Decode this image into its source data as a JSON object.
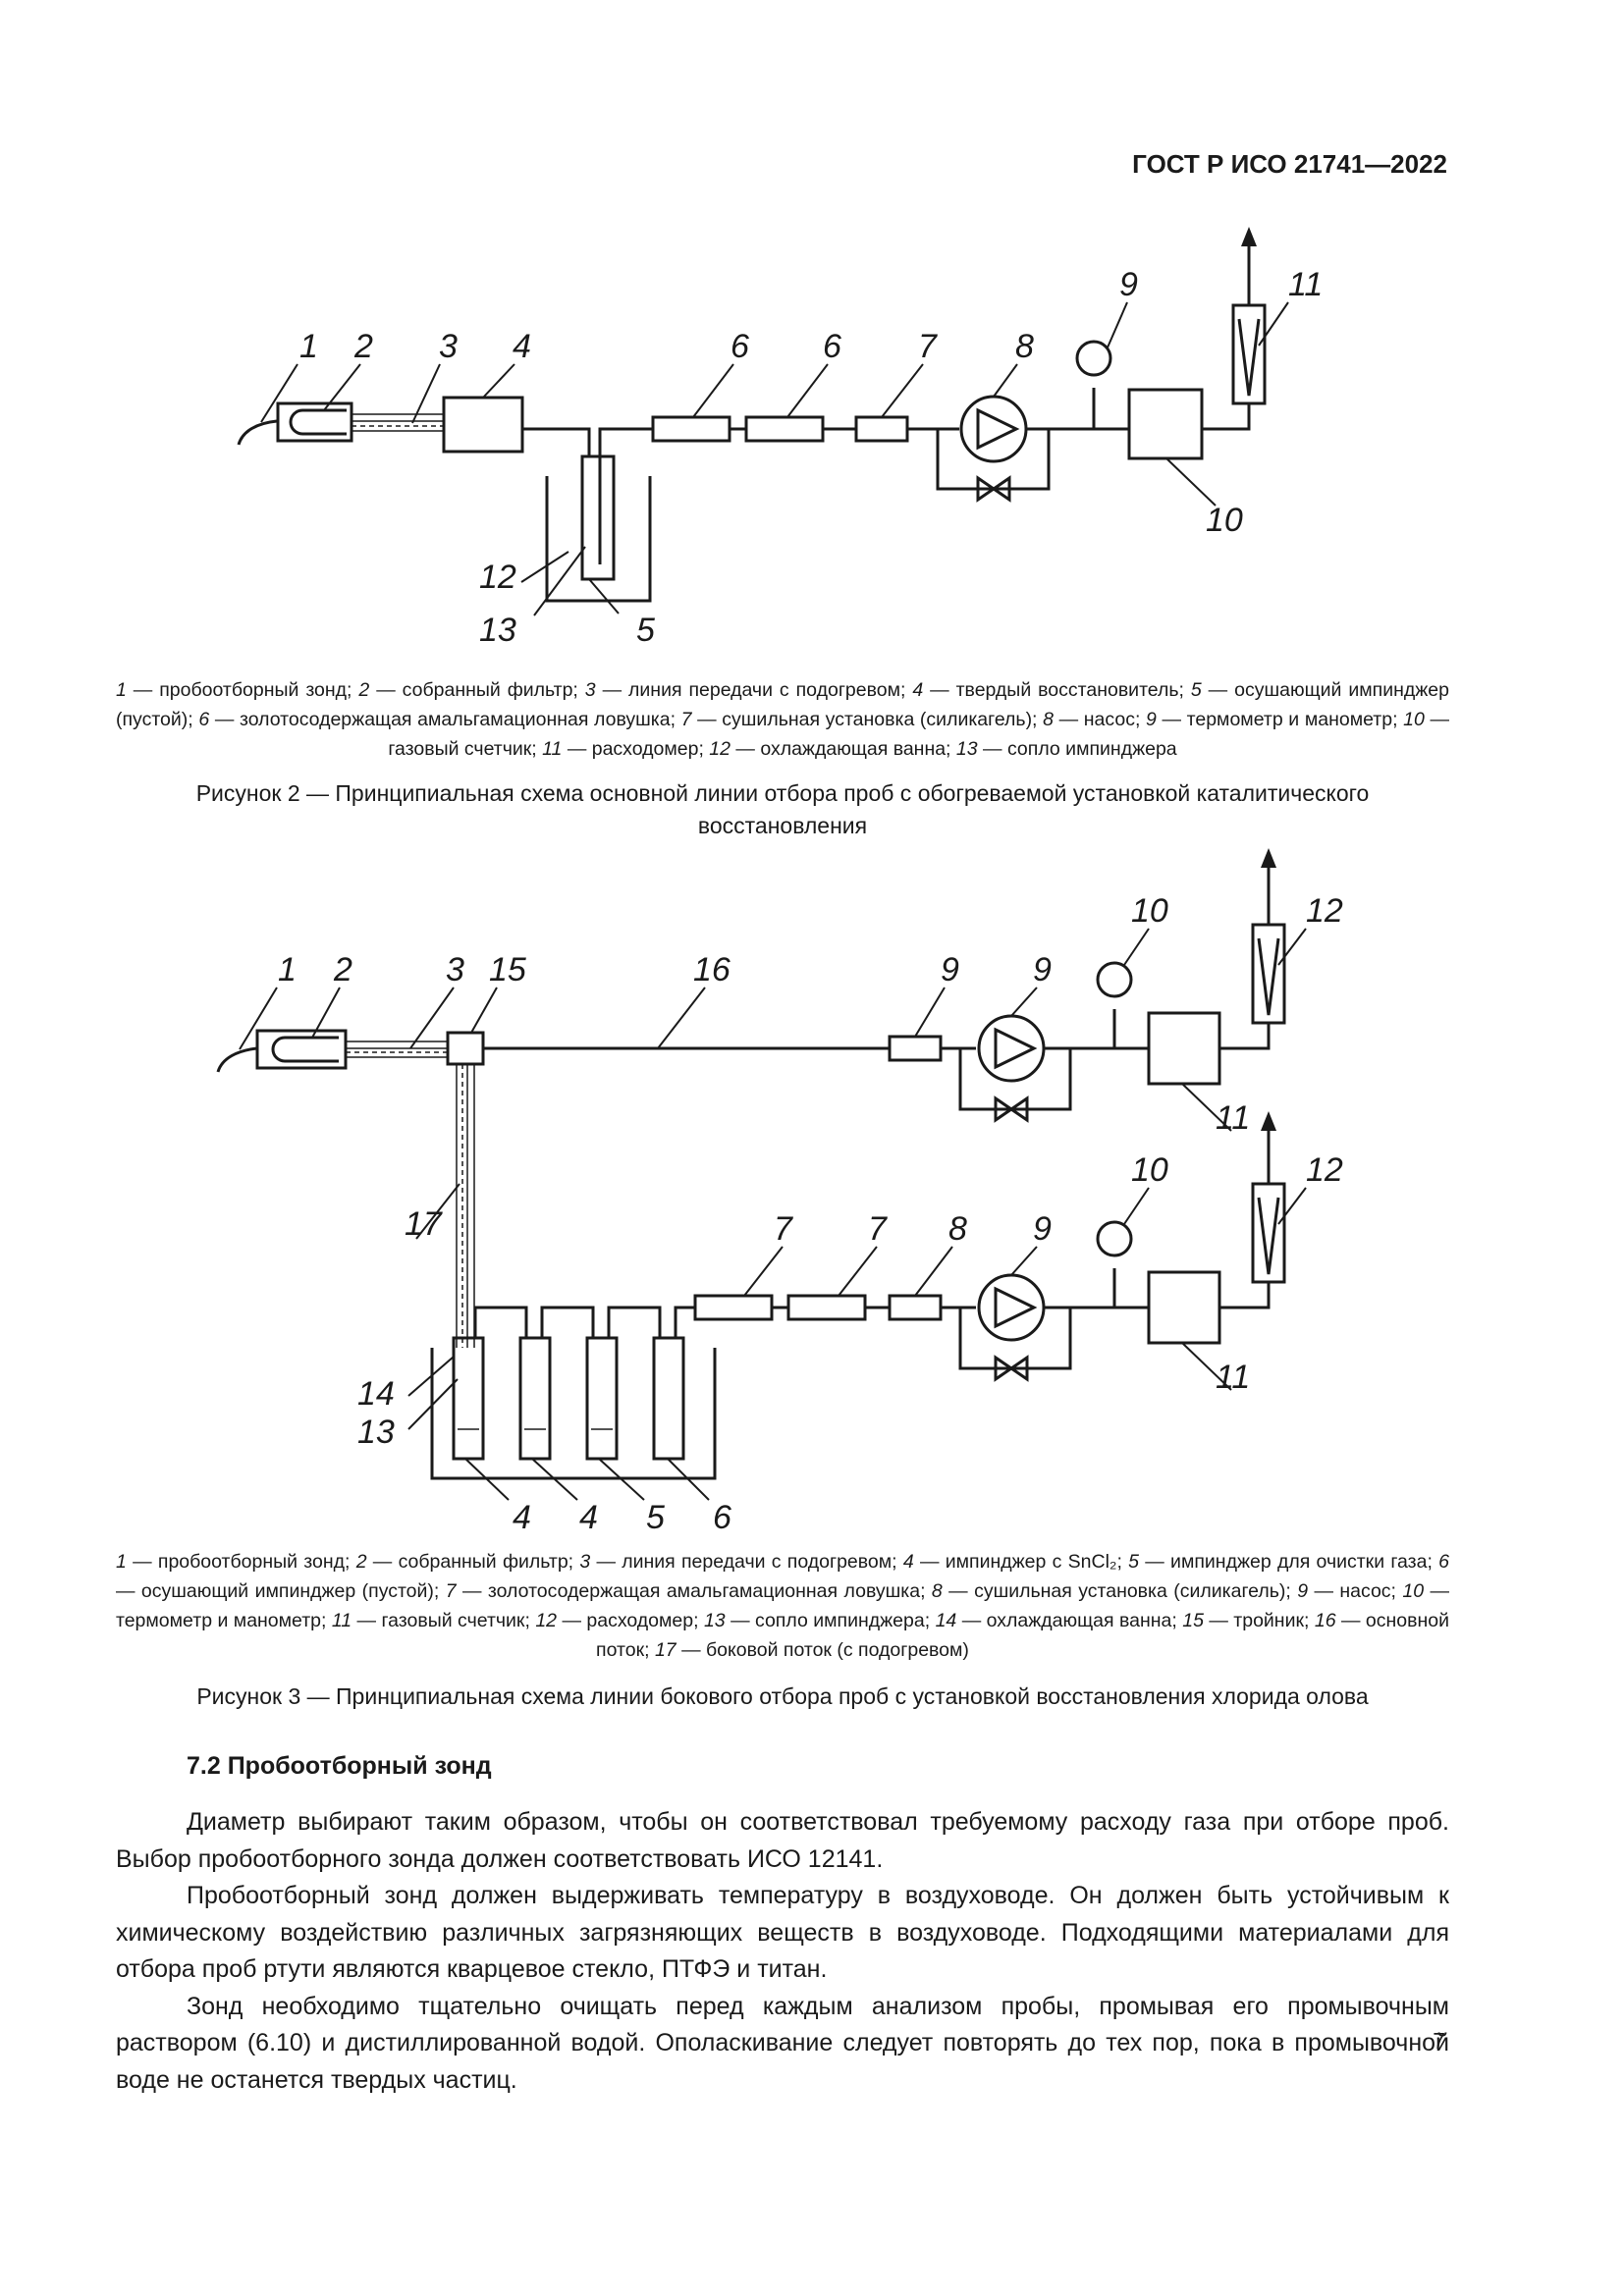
{
  "header": {
    "doc_code": "ГОСТ Р ИСО 21741—2022"
  },
  "figure2": {
    "labels": {
      "l1": "1",
      "l2": "2",
      "l3": "3",
      "l4": "4",
      "l5": "5",
      "l6a": "6",
      "l6b": "6",
      "l7": "7",
      "l8": "8",
      "l9": "9",
      "l10": "10",
      "l11": "11",
      "l12": "12",
      "l13": "13"
    },
    "legend": [
      {
        "n": "1",
        "t": " — пробоотборный зонд; "
      },
      {
        "n": "2",
        "t": " — собранный фильтр; "
      },
      {
        "n": "3",
        "t": " — линия передачи с подогревом; "
      },
      {
        "n": "4",
        "t": " — твердый восстановитель; "
      },
      {
        "n": "5",
        "t": " — осушающий импинджер (пустой); "
      },
      {
        "n": "6",
        "t": " — золотосодержащая амальгамационная ловушка; "
      },
      {
        "n": "7",
        "t": " — сушильная установка (силикагель); "
      },
      {
        "n": "8",
        "t": " — насос; "
      },
      {
        "n": "9",
        "t": " — термометр и манометр; "
      },
      {
        "n": "10",
        "t": " — газовый счетчик; "
      },
      {
        "n": "11",
        "t": " — расходомер; "
      },
      {
        "n": "12",
        "t": " — охлаждающая ванна; "
      },
      {
        "n": "13",
        "t": " — сопло импинджера"
      }
    ],
    "caption": "Рисунок 2 — Принципиальная схема основной линии отбора проб с обогреваемой установкой каталитического восстановления"
  },
  "figure3": {
    "labels": {
      "l1": "1",
      "l2": "2",
      "l3": "3",
      "l15": "15",
      "l16": "16",
      "l9a": "9",
      "l9b": "9",
      "l10a": "10",
      "l12a": "12",
      "l11a": "11",
      "l17": "17",
      "l7a": "7",
      "l7b": "7",
      "l8": "8",
      "l9c": "9",
      "l10b": "10",
      "l12b": "12",
      "l11b": "11",
      "l14": "14",
      "l13": "13",
      "l4a": "4",
      "l4b": "4",
      "l5": "5",
      "l6": "6"
    },
    "legend": [
      {
        "n": "1",
        "t": " — пробоотборный зонд; "
      },
      {
        "n": "2",
        "t": " — собранный фильтр; "
      },
      {
        "n": "3",
        "t": " — линия передачи с подогревом; "
      },
      {
        "n": "4",
        "t": " — импинджер с SnCl₂; "
      },
      {
        "n": "5",
        "t": " — импинджер для очистки газа; "
      },
      {
        "n": "6",
        "t": " — осушающий импинджер (пустой); "
      },
      {
        "n": "7",
        "t": " — золотосодержащая амальгамационная ловушка; "
      },
      {
        "n": "8",
        "t": " — сушильная установка (силикагель); "
      },
      {
        "n": "9",
        "t": " — насос; "
      },
      {
        "n": "10",
        "t": " — термометр и манометр; "
      },
      {
        "n": "11",
        "t": " — газовый счетчик; "
      },
      {
        "n": "12",
        "t": " — расходомер; "
      },
      {
        "n": "13",
        "t": " — сопло импинджера; "
      },
      {
        "n": "14",
        "t": " — охлаждающая ванна; "
      },
      {
        "n": "15",
        "t": " — тройник; "
      },
      {
        "n": "16",
        "t": " — основной поток; "
      },
      {
        "n": "17",
        "t": " — боковой поток (с подогревом)"
      }
    ],
    "caption": "Рисунок 3 — Принципиальная схема линии бокового отбора проб с установкой восстановления хлорида олова"
  },
  "section": {
    "heading": "7.2 Пробоотборный зонд",
    "paragraphs": [
      "Диаметр выбирают таким образом, чтобы он соответствовал требуемому расходу газа при отборе проб. Выбор пробоотборного зонда должен соответствовать ИСО 12141.",
      "Пробоотборный зонд должен выдерживать температуру в воздуховоде. Он должен быть устойчивым к химическому воздействию различных загрязняющих веществ в воздуховоде. Подходящими материалами для отбора проб ртути являются кварцевое стекло, ПТФЭ и титан.",
      "Зонд необходимо тщательно очищать перед каждым анализом пробы, промывая его промывочным раствором (6.10) и дистиллированной водой. Ополаскивание следует повторять до тех пор, пока в промывочной воде не останется твердых частиц."
    ]
  },
  "page_number": "7"
}
